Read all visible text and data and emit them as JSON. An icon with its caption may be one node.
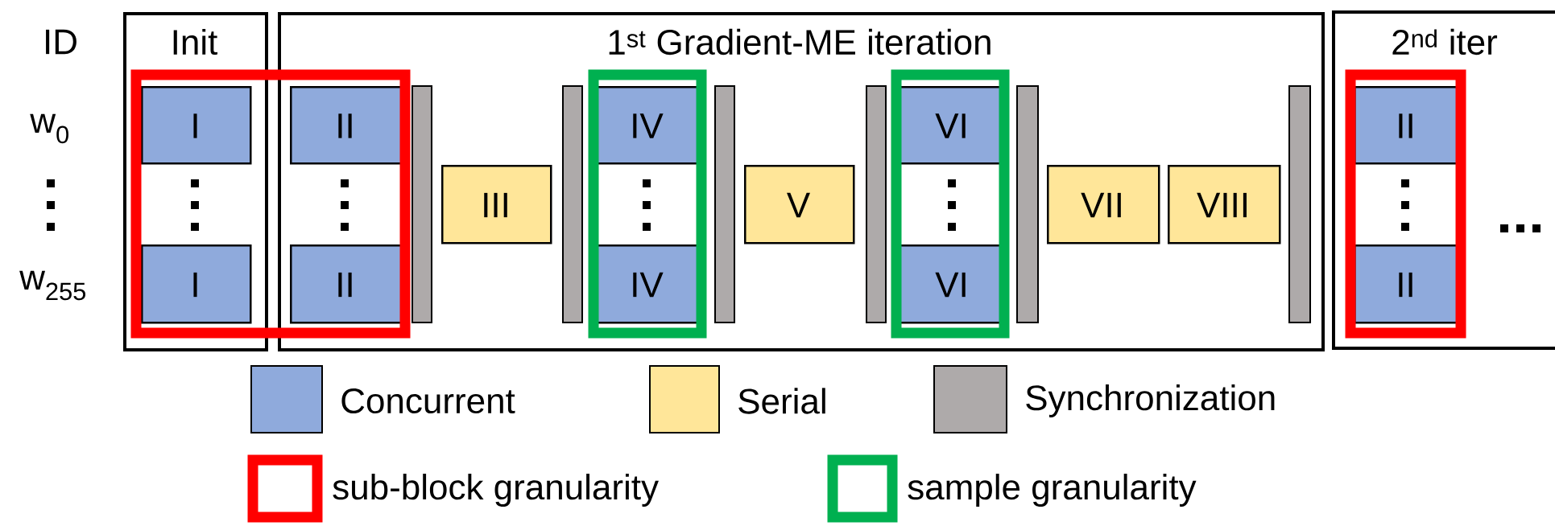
{
  "diagram": {
    "nodes": [
      {
        "text": [
          "Init"
        ]
      },
      {
        "text": [
          "I"
        ],
        "in": 0
      },
      {
        "text": [
          "I"
        ],
        "in": 0
      },
      {
        "text": [
          "1$^{st}$ Gradient-ME iteration"
        ]
      },
      {
        "text": [
          "II"
        ],
        "in": 3
      },
      {
        "text": [
          "II"
        ],
        "in": 3
      },
      {
        "text": [],
        "shape": "bar",
        "in": 3
      },
      {
        "text": [
          "III"
        ],
        "in": 3
      },
      {
        "text": [],
        "shape": "bar",
        "in": 3
      },
      {
        "text": [
          "IV"
        ],
        "in": 3
      },
      {
        "text": [
          "IV"
        ],
        "in": 3
      },
      {
        "text": [],
        "shape": "bar",
        "in": 3
      },
      {
        "text": [
          "V"
        ],
        "in": 3
      },
      {
        "text": [],
        "shape": "bar",
        "in": 3
      },
      {
        "text": [
          "VI"
        ],
        "in": 3
      },
      {
        "text": [
          "VI"
        ],
        "in": 3
      },
      {
        "text": [],
        "shape": "bar",
        "in": 3
      },
      {
        "text": [
          "VII"
        ],
        "in": 3
      },
      {
        "text": [
          "VIII"
        ],
        "in": 3
      },
      {
        "text": [],
        "shape": "bar",
        "in": 3
      },
      {
        "text": [
          "2$^{nd}$ iter"
        ]
      },
      {
        "text": [
          "II"
        ],
        "in": 20
      },
      {
        "text": [
          "II"
        ],
        "in": 20
      }
    ],
    "labels": [
      "ID",
      "w$_{0}$",
      "w$_{255}$"
    ],
    "legend": [
      {
        "text": "Concurrent",
        "color": "#8faadc"
      },
      {
        "text": "Serial",
        "color": "#ffe699"
      },
      {
        "text": "Synchronization",
        "color": "#aeaaaa"
      },
      {
        "text": "sub-block granularity",
        "color": "#ff0000"
      },
      {
        "text": "sample granularity",
        "color": "#00b050"
      }
    ]
  }
}
